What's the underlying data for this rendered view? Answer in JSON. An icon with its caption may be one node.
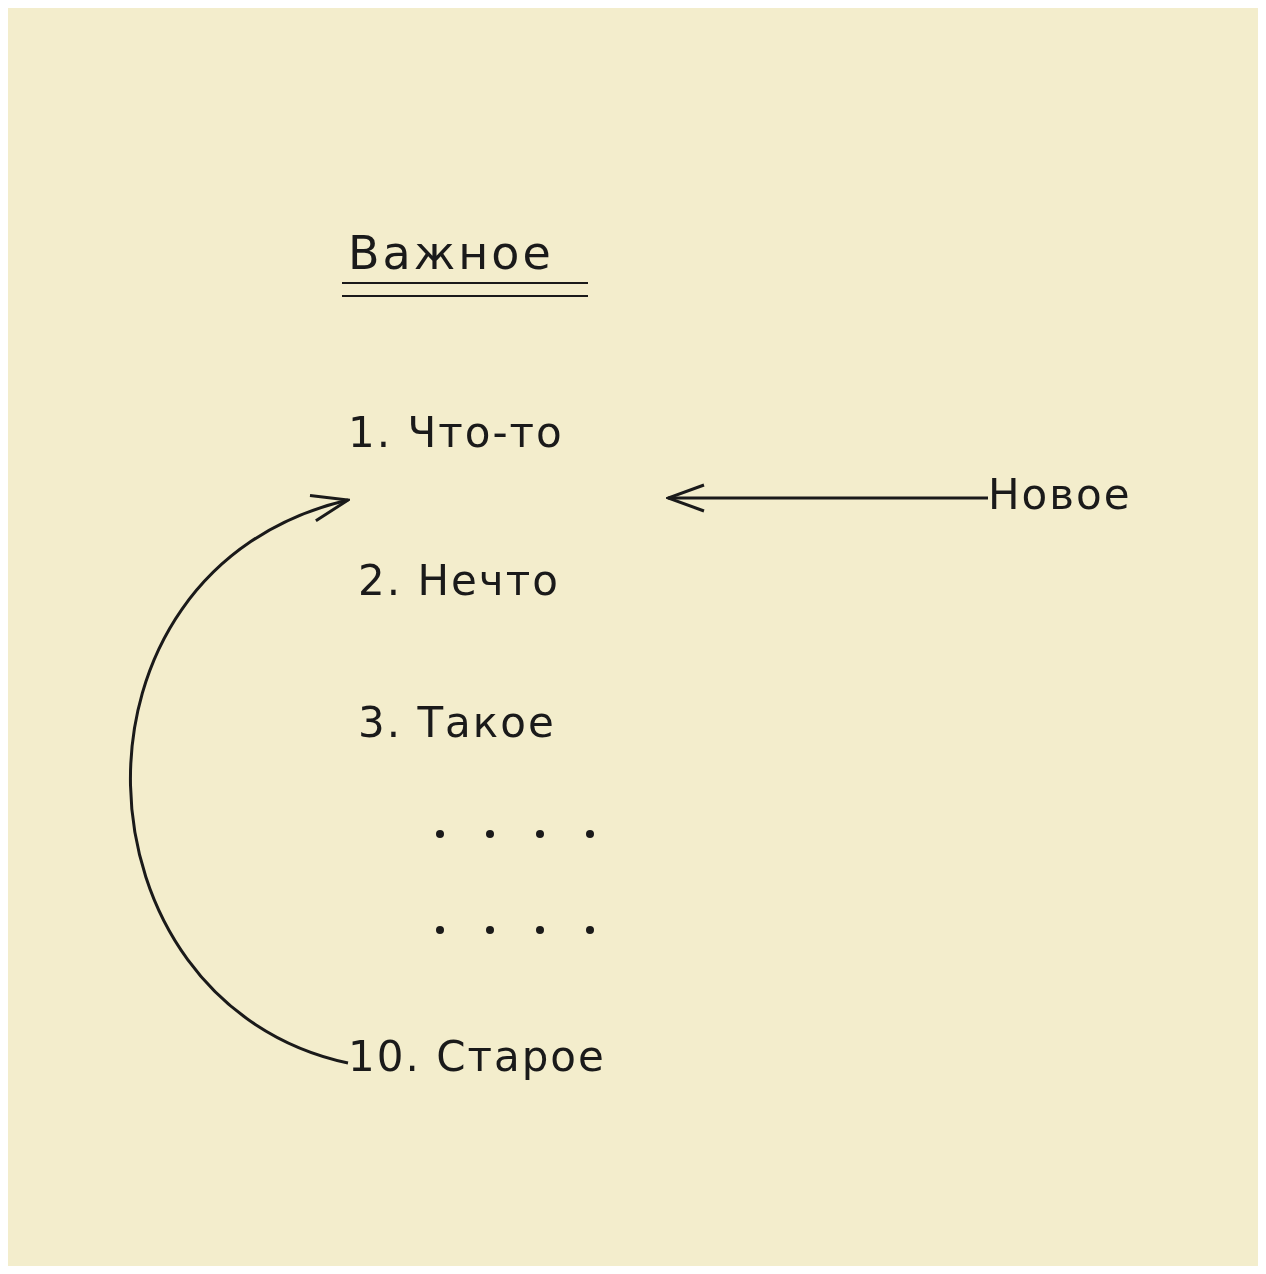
{
  "diagram": {
    "title": "Важное",
    "nodes": [
      {
        "text": [
          "1. Что-то"
        ]
      },
      {
        "text": [
          "Новое"
        ]
      },
      {
        "text": [
          "10. Старое"
        ]
      }
    ],
    "edges": [
      {
        "from": 1,
        "to": 0,
        "arrow": "to"
      },
      {
        "from": 2,
        "to": 0,
        "arrow": "to"
      }
    ],
    "labels": [
      "2. Нечто",
      "3. Такое"
    ]
  }
}
